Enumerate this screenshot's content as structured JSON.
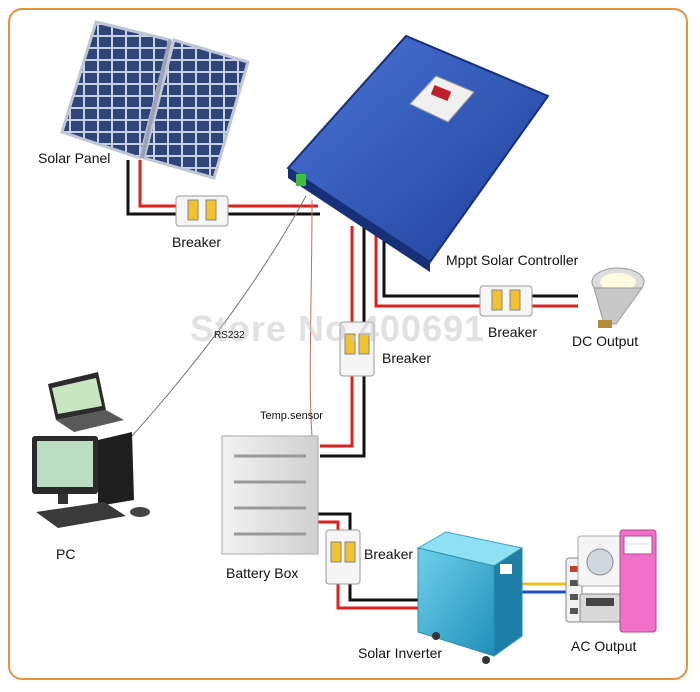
{
  "labels": {
    "solar_panel": "Solar Panel",
    "breaker_1": "Breaker",
    "mppt_controller": "Mppt Solar Controller",
    "breaker_2": "Breaker",
    "dc_output": "DC Output",
    "breaker_3": "Breaker",
    "rs232": "RS232",
    "temp_sensor": "Temp.sensor",
    "pc": "PC",
    "battery_box": "Battery Box",
    "breaker_4": "Breaker",
    "solar_inverter": "Solar Inverter",
    "ac_output": "AC Output"
  },
  "watermark": "Store No.400691",
  "colors": {
    "frame": "#e8923a",
    "wire_red": "#e0201c",
    "wire_black": "#111111",
    "controller_blue": "#2e55b8",
    "inverter_cyan": "#3bb6d6",
    "panel_blue": "#2b3f6e"
  }
}
